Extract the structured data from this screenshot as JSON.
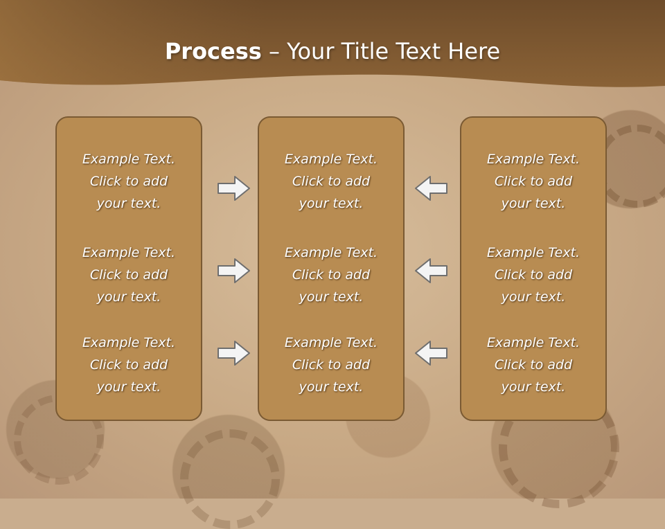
{
  "slide": {
    "title_bold": "Process",
    "title_rest": " – Your Title Text Here"
  },
  "columns": [
    {
      "blocks": [
        {
          "line1": "Example Text.",
          "line2": "Click  to add",
          "line3": "your text."
        },
        {
          "line1": "Example Text.",
          "line2": "Click  to add",
          "line3": "your text."
        },
        {
          "line1": "Example Text.",
          "line2": "Click  to add",
          "line3": "your text."
        }
      ]
    },
    {
      "blocks": [
        {
          "line1": "Example Text.",
          "line2": "Click  to add",
          "line3": "your text."
        },
        {
          "line1": "Example Text.",
          "line2": "Click  to add",
          "line3": "your text."
        },
        {
          "line1": "Example Text.",
          "line2": "Click  to add",
          "line3": "your text."
        }
      ]
    },
    {
      "blocks": [
        {
          "line1": "Example Text.",
          "line2": "Click  to add",
          "line3": "your text."
        },
        {
          "line1": "Example Text.",
          "line2": "Click  to add",
          "line3": "your text."
        },
        {
          "line1": "Example Text.",
          "line2": "Click  to add",
          "line3": "your text."
        }
      ]
    }
  ],
  "arrows": {
    "left_group": "arrow-right-icon",
    "right_group": "arrow-left-icon"
  },
  "colors": {
    "header": "#7a5530",
    "box_fill": "#b88c52",
    "box_border": "#7a5a33",
    "text": "#ffffff"
  }
}
